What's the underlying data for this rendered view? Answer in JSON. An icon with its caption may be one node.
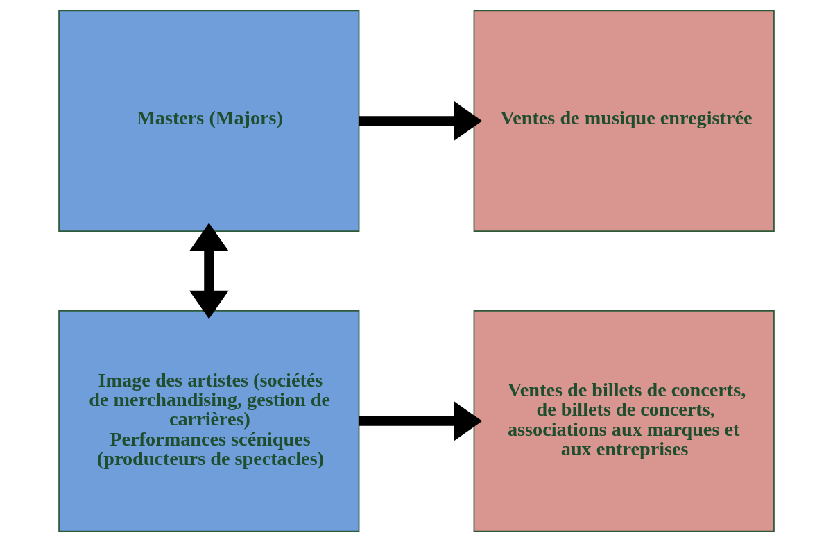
{
  "diagram": {
    "nodes": [
      {
        "text": [
          "Masters (Majors)"
        ]
      },
      {
        "text": [
          "Ventes de musique enregistrée"
        ]
      },
      {
        "text": [
          "Image des artistes (sociétés de merchandising, gestion de carrières)",
          "Performances scéniques (producteurs de spectacles)"
        ]
      },
      {
        "text": [
          "Ventes de billets de concerts, de billets de concerts, associations aux marques et aux entreprises"
        ]
      }
    ],
    "edges": [
      {
        "from": 0,
        "to": 1,
        "arrow": "to"
      },
      {
        "from": 0,
        "to": 2,
        "arrow": "both"
      },
      {
        "from": 2,
        "to": 3,
        "arrow": "to"
      }
    ]
  }
}
